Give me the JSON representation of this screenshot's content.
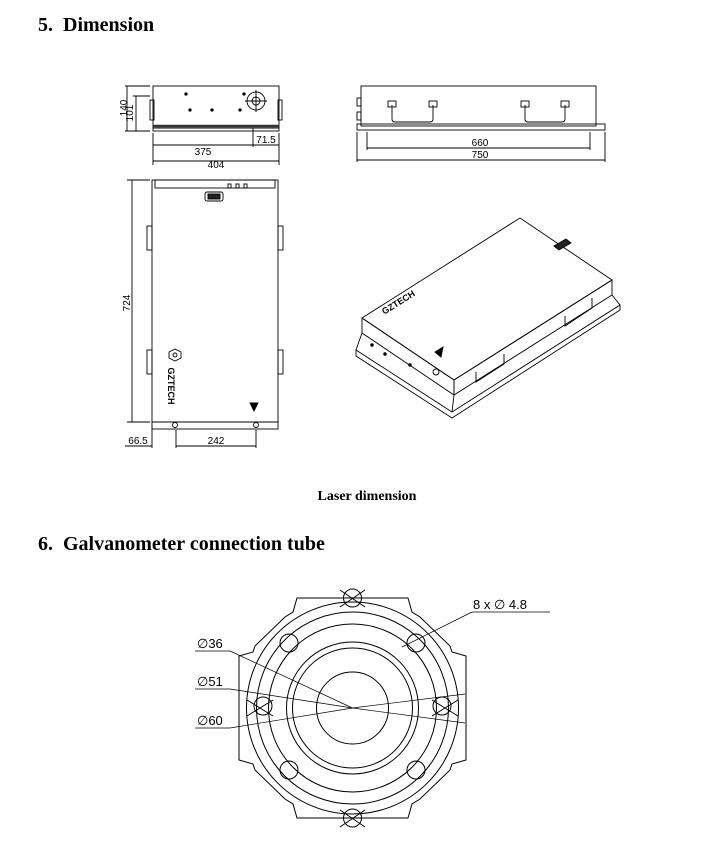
{
  "section5": {
    "number": "5.",
    "title": "Dimension"
  },
  "caption": "Laser dimension",
  "section6": {
    "number": "6.",
    "title": "Galvanometer connection tube"
  },
  "laser_dims": {
    "height_total": "140",
    "height_body": "101",
    "front_width": "375",
    "front_offset": "71.5",
    "front_total": "404",
    "side_inner": "660",
    "side_total": "750",
    "top_length": "724",
    "top_offset": "66.5",
    "top_width": "242"
  },
  "brand": "GZTECH",
  "galvo_dims": {
    "holes": "8 x ∅ 4.8",
    "d36": "∅36",
    "d51": "∅51",
    "d60": "∅60"
  }
}
